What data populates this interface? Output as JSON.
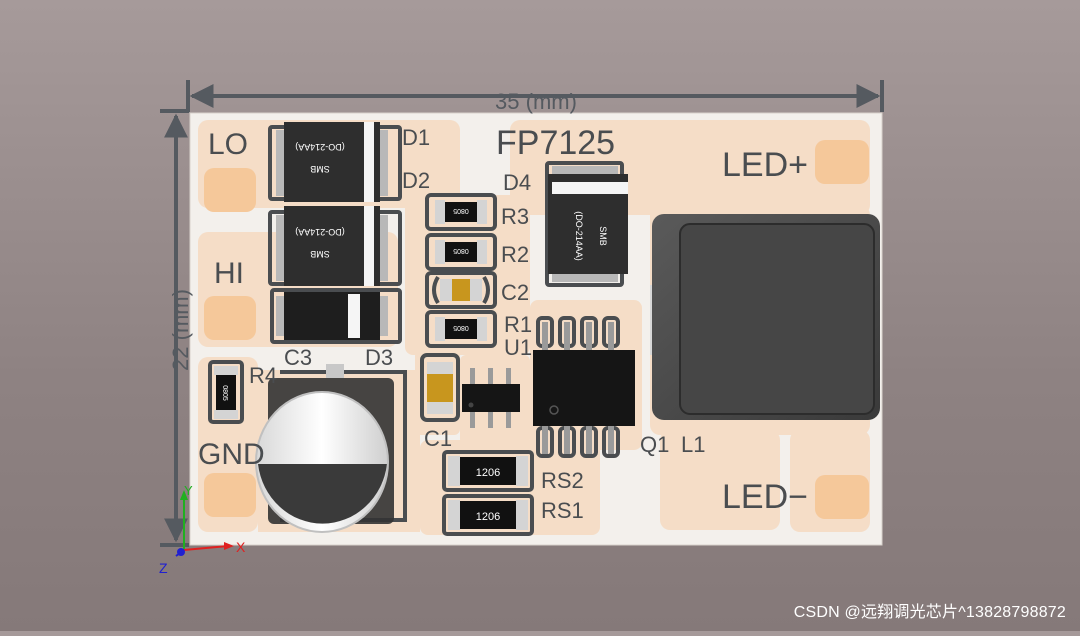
{
  "dimensions": {
    "width_label": "35 (mm)",
    "height_label": "22 (mm)"
  },
  "board": {
    "chip_name": "FP7125",
    "pads": {
      "lo": "LO",
      "hi": "HI",
      "gnd": "GND",
      "led_plus": "LED+",
      "led_minus": "LED−"
    },
    "designators": {
      "d1": "D1",
      "d2": "D2",
      "d3": "D3",
      "d4": "D4",
      "r1": "R1",
      "r2": "R2",
      "r3": "R3",
      "r4": "R4",
      "c1": "C1",
      "c2": "C2",
      "c3": "C3",
      "u1": "U1",
      "q1": "Q1",
      "l1": "L1",
      "rs1": "RS1",
      "rs2": "RS2"
    },
    "package_labels": {
      "smb": "SMB",
      "do214aa": "(DO-214AA)",
      "p0805": "0805",
      "p1206": "1206"
    }
  },
  "axes": {
    "x": "X",
    "y": "Y",
    "z": "Z"
  },
  "colors": {
    "board": "#f3f0ec",
    "copper": "#f5ddc7",
    "pad": "#f5c89a",
    "silkscreen": "#4a4d50",
    "axis_x": "#e02020",
    "axis_y": "#20b020",
    "axis_z": "#2020d0"
  },
  "watermark": "CSDN @远翔调光芯片^13828798872"
}
